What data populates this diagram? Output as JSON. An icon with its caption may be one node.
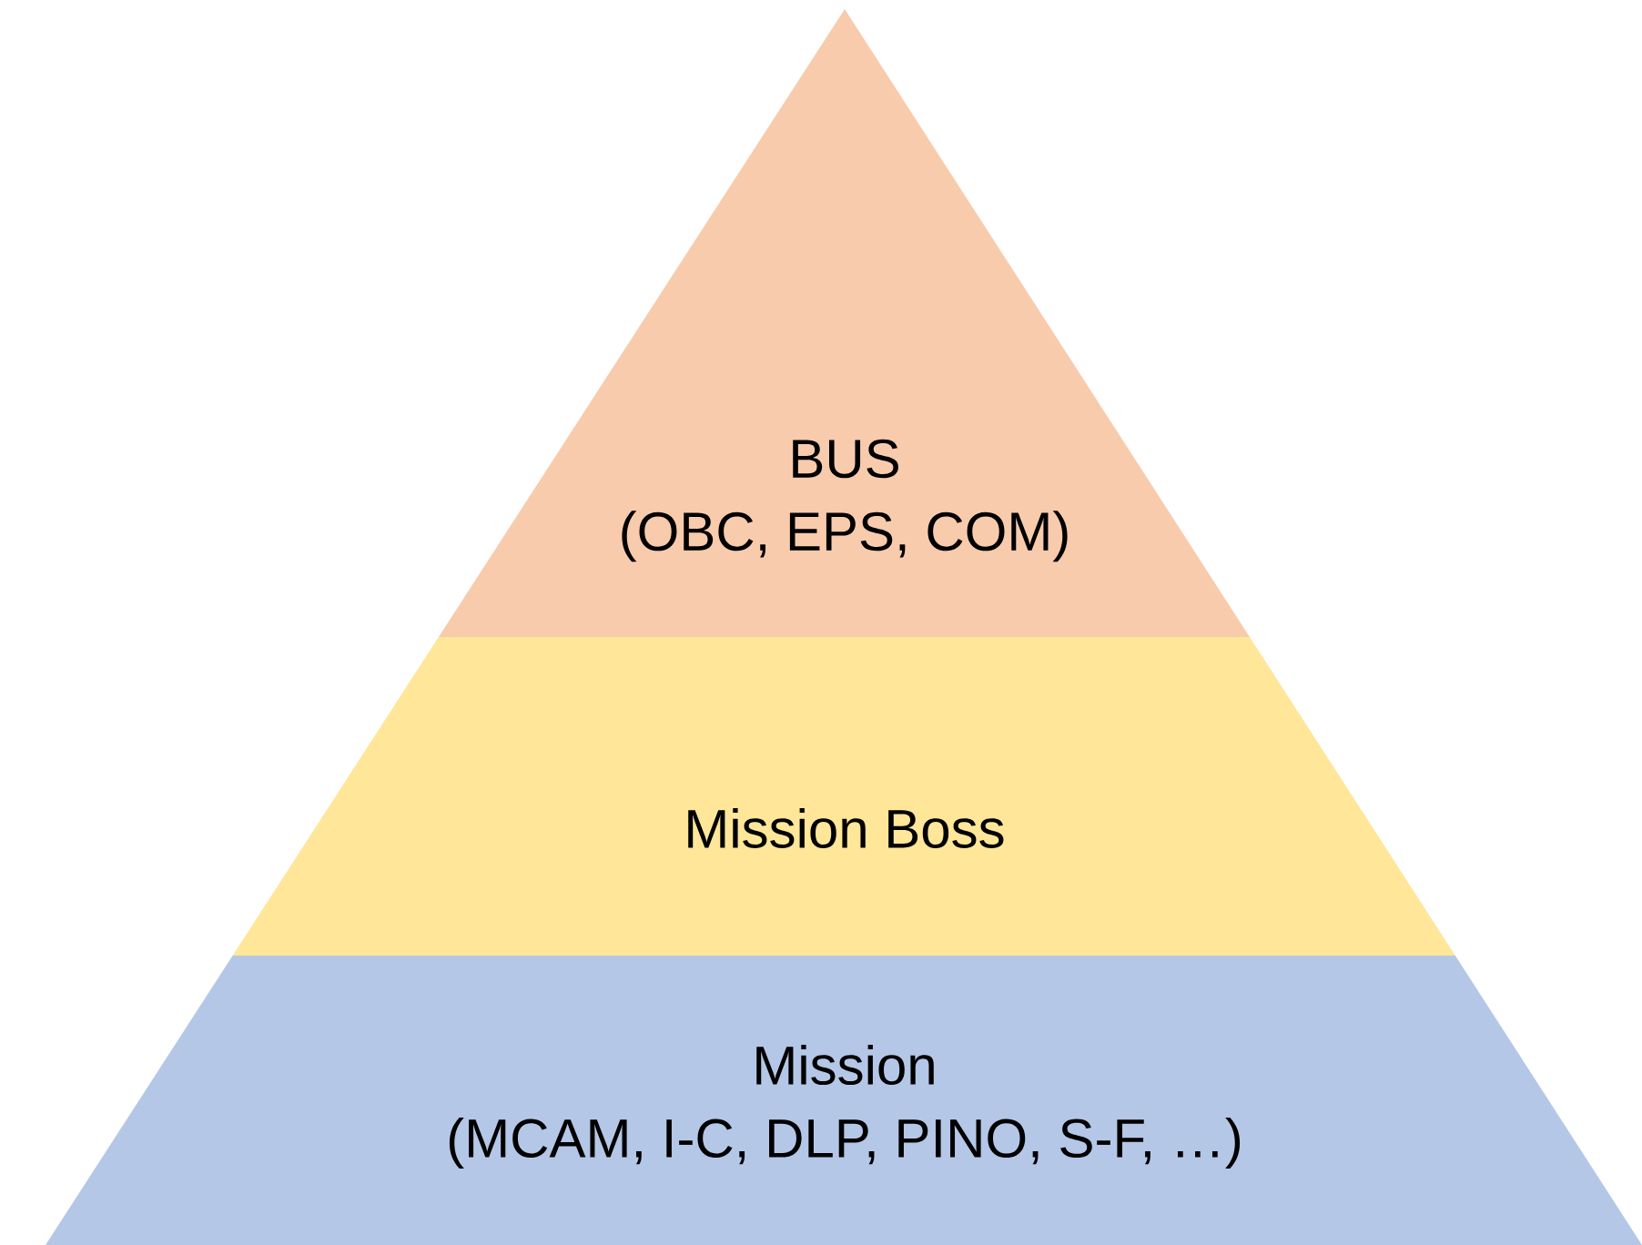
{
  "diagram": {
    "nodes": [
      {
        "text": [
          "BUS",
          "(OBC, EPS, COM)"
        ]
      },
      {
        "text": [
          "Mission Boss"
        ]
      },
      {
        "text": [
          "Mission",
          "(MCAM, I-C, DLP, PINO, S-F, …)"
        ]
      }
    ]
  }
}
